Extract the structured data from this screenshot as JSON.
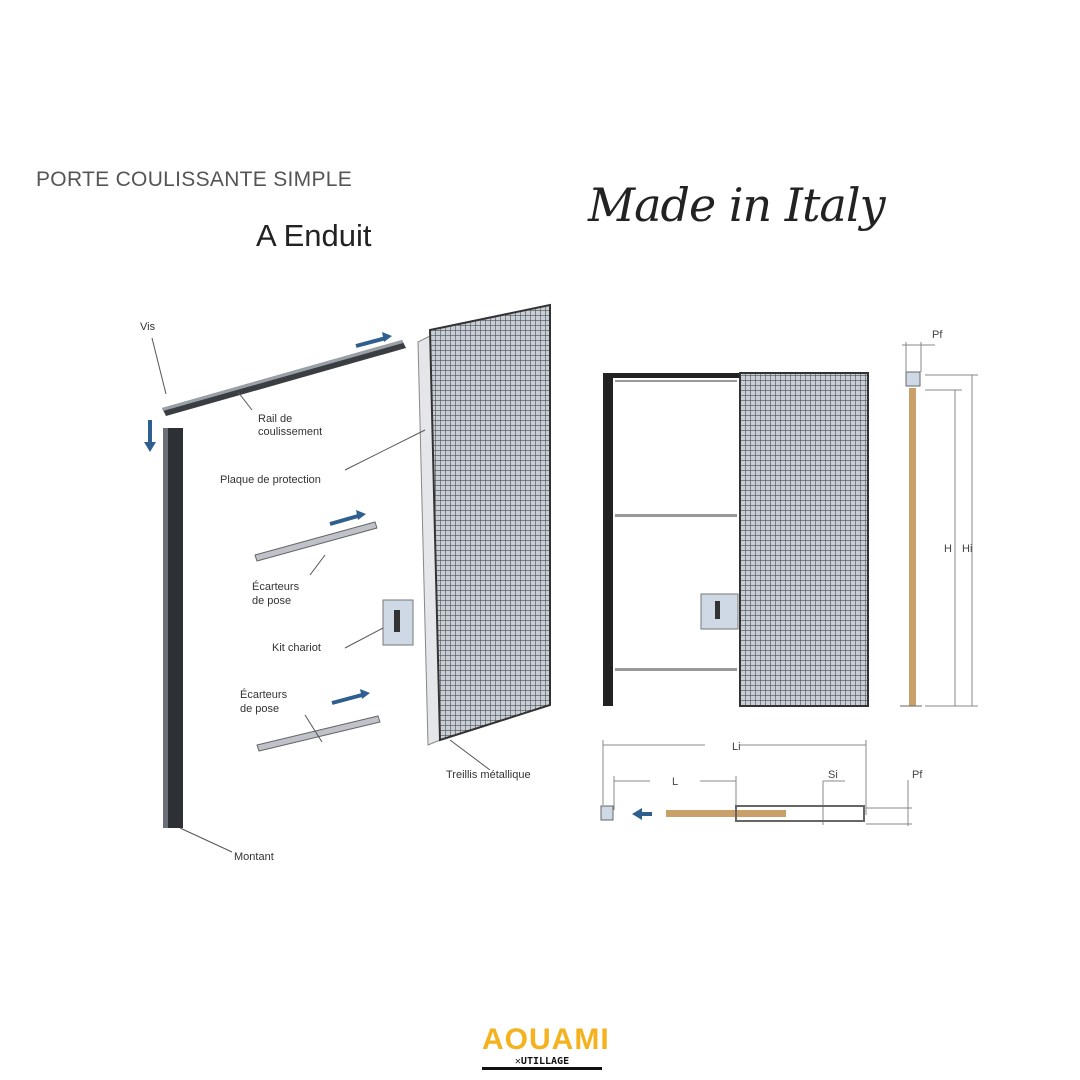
{
  "header": {
    "title": "PORTE COULISSANTE SIMPLE",
    "subtitle": "A Enduit",
    "tagline": "Made in Italy"
  },
  "exploded_view": {
    "labels": {
      "vis": "Vis",
      "rail_line1": "Rail de",
      "rail_line2": "coulissement",
      "plaque": "Plaque de protection",
      "ecarteurs1_line1": "Écarteurs",
      "ecarteurs1_line2": "de pose",
      "kit": "Kit chariot",
      "ecarteurs2_line1": "Écarteurs",
      "ecarteurs2_line2": "de pose",
      "treillis": "Treillis métallique",
      "montant": "Montant"
    }
  },
  "dimensions": {
    "pf_top": "Pf",
    "h": "H",
    "hi": "Hi",
    "li": "Li",
    "l": "L",
    "si": "Si",
    "pf_bottom": "Pf"
  },
  "colors": {
    "accent_arrow": "#2f5f8f",
    "wood": "#c9a069",
    "logo": "#f5b21f"
  },
  "logo": {
    "main": "AOUAMI",
    "sub": "✕UTILLAGE"
  }
}
